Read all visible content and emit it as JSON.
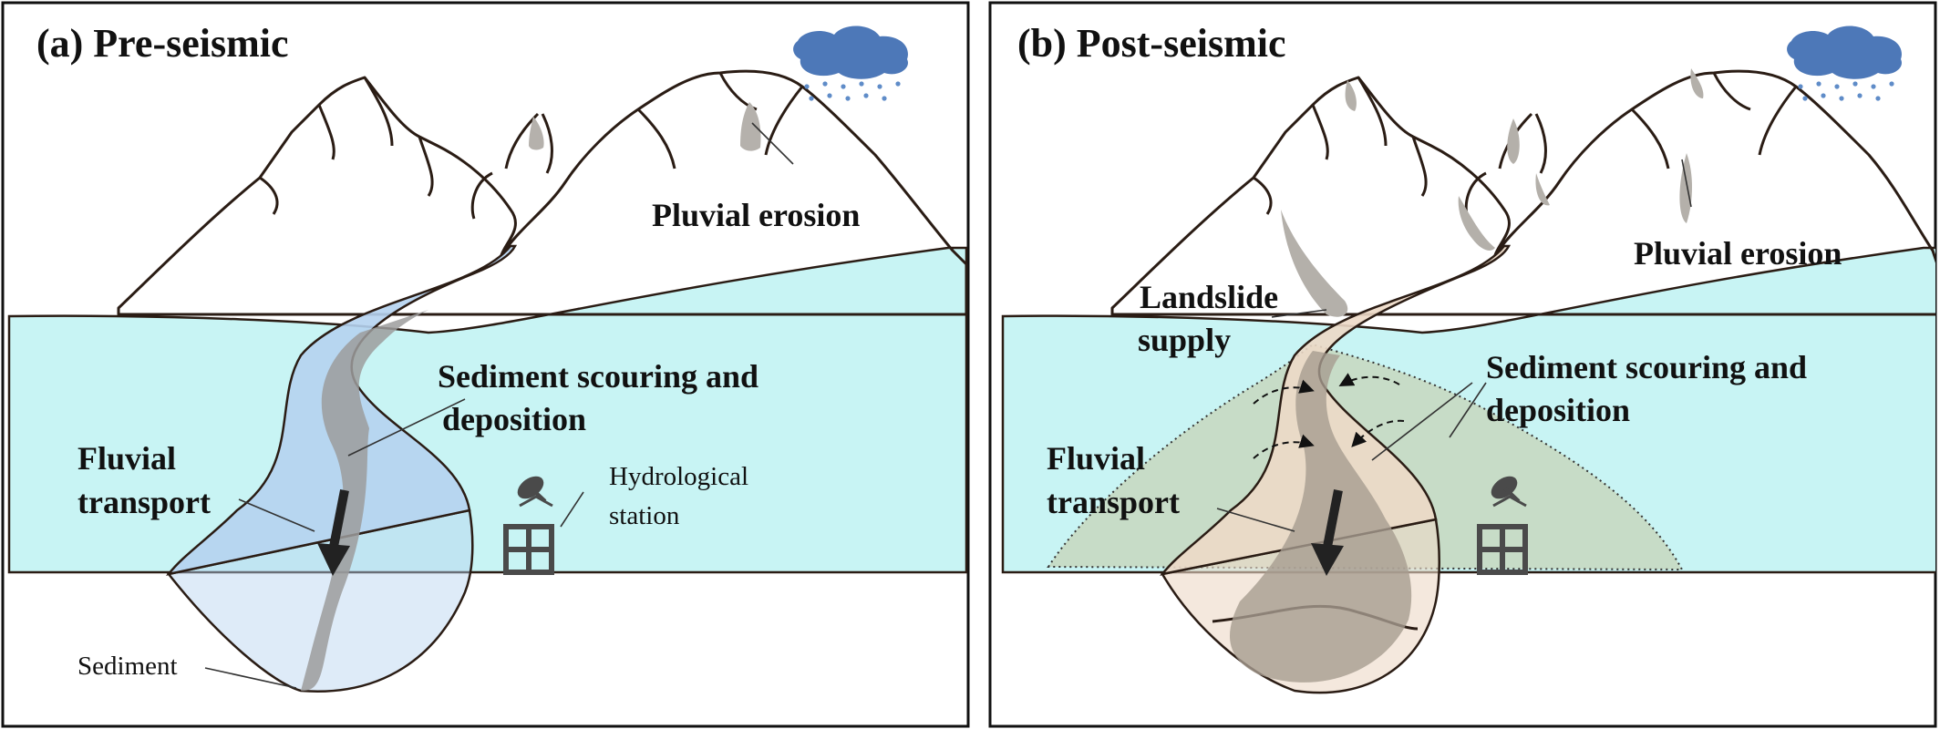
{
  "panels": [
    {
      "id": "a",
      "title": "(a) Pre-seismic",
      "labels": {
        "pluvial": "Pluvial erosion",
        "scouring_line1": "Sediment scouring and",
        "scouring_line2": "deposition",
        "fluvial_line1": "Fluvial",
        "fluvial_line2": "transport",
        "station_line1": "Hydrological",
        "station_line2": "station",
        "sediment": "Sediment"
      }
    },
    {
      "id": "b",
      "title": "(b) Post-seismic",
      "labels": {
        "pluvial": "Pluvial erosion",
        "landslide_line1": "Landslide",
        "landslide_line2": "supply",
        "scouring_line1": "Sediment scouring and",
        "scouring_line2": "deposition",
        "fluvial_line1": "Fluvial",
        "fluvial_line2": "transport"
      }
    }
  ],
  "colors": {
    "water": "#c8f4f4",
    "river_pre": "#b5d3ef",
    "sediment_pre": "#9c9c9c",
    "river_post": "#ecd9c6",
    "sediment_post": "#a69c90",
    "deposit_zone": "#c7d9c2",
    "cloud": "#4d78b8",
    "rain": "#5f8cc8",
    "icon": "#4a4a4a"
  },
  "icons": [
    "rain-cloud-icon",
    "satellite-dish-icon",
    "station-building-icon",
    "flow-arrow-icon"
  ]
}
